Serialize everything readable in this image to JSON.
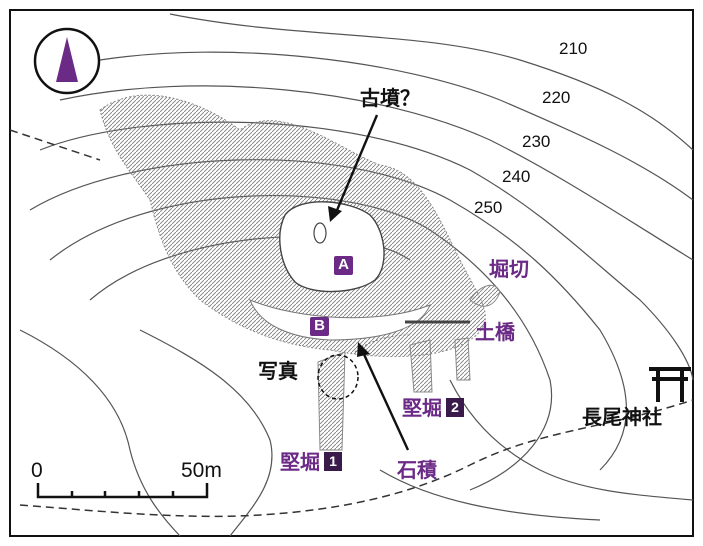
{
  "contours": [
    "210",
    "220",
    "230",
    "240",
    "250"
  ],
  "labels": {
    "kofun": "古墳？",
    "horikiri": "堀切",
    "dobashi": "土橋",
    "shashin": "写真",
    "tatebori2": "堅堀",
    "tatebori1": "堅堀",
    "ishizumi": "石積",
    "shrine": "長尾神社"
  },
  "markers": {
    "a": "A",
    "b": "B",
    "n1": "1",
    "n2": "2"
  },
  "scale": {
    "start": "0",
    "end": "50m"
  },
  "colors": {
    "accent": "#6b2a86",
    "ink": "#111111",
    "background": "#ffffff"
  },
  "icons": {
    "north": "north-arrow-icon",
    "shrine": "torii-gate-icon"
  }
}
